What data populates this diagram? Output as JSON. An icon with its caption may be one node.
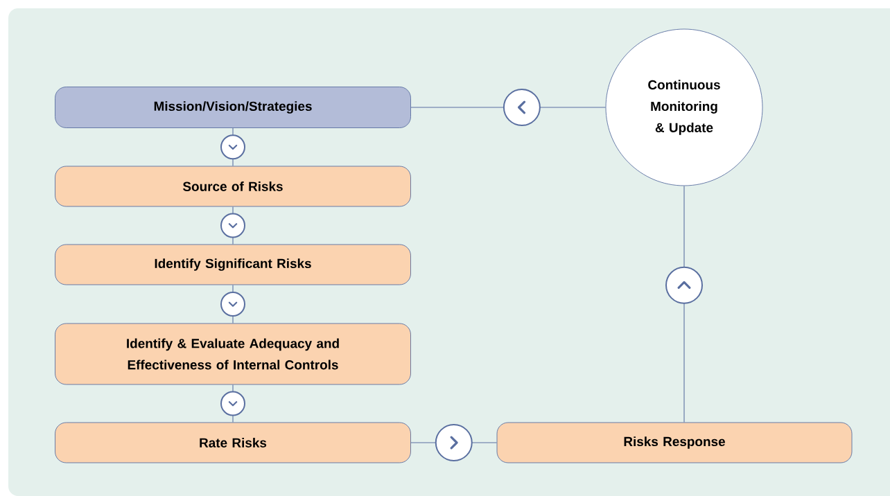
{
  "diagram": {
    "nodes": [
      {
        "text": [
          "Mission/Vision/Strategies"
        ]
      },
      {
        "text": [
          "Source of Risks"
        ]
      },
      {
        "text": [
          "Identify Significant Risks"
        ]
      },
      {
        "text": [
          "Identify & Evaluate Adequacy and Effectiveness of Internal Controls"
        ]
      },
      {
        "text": [
          "Rate Risks"
        ]
      },
      {
        "text": [
          "Risks Response"
        ]
      },
      {
        "text": [
          "Continuous Monitoring & Update"
        ]
      }
    ],
    "edges": [
      {
        "from": 0,
        "to": 1,
        "arrow": "to"
      },
      {
        "from": 1,
        "to": 2,
        "arrow": "to"
      },
      {
        "from": 2,
        "to": 3,
        "arrow": "to"
      },
      {
        "from": 3,
        "to": 4,
        "arrow": "to"
      },
      {
        "from": 4,
        "to": 5,
        "arrow": "to"
      },
      {
        "from": 5,
        "to": 6,
        "arrow": "to"
      },
      {
        "from": 6,
        "to": 0,
        "arrow": "to"
      }
    ]
  }
}
